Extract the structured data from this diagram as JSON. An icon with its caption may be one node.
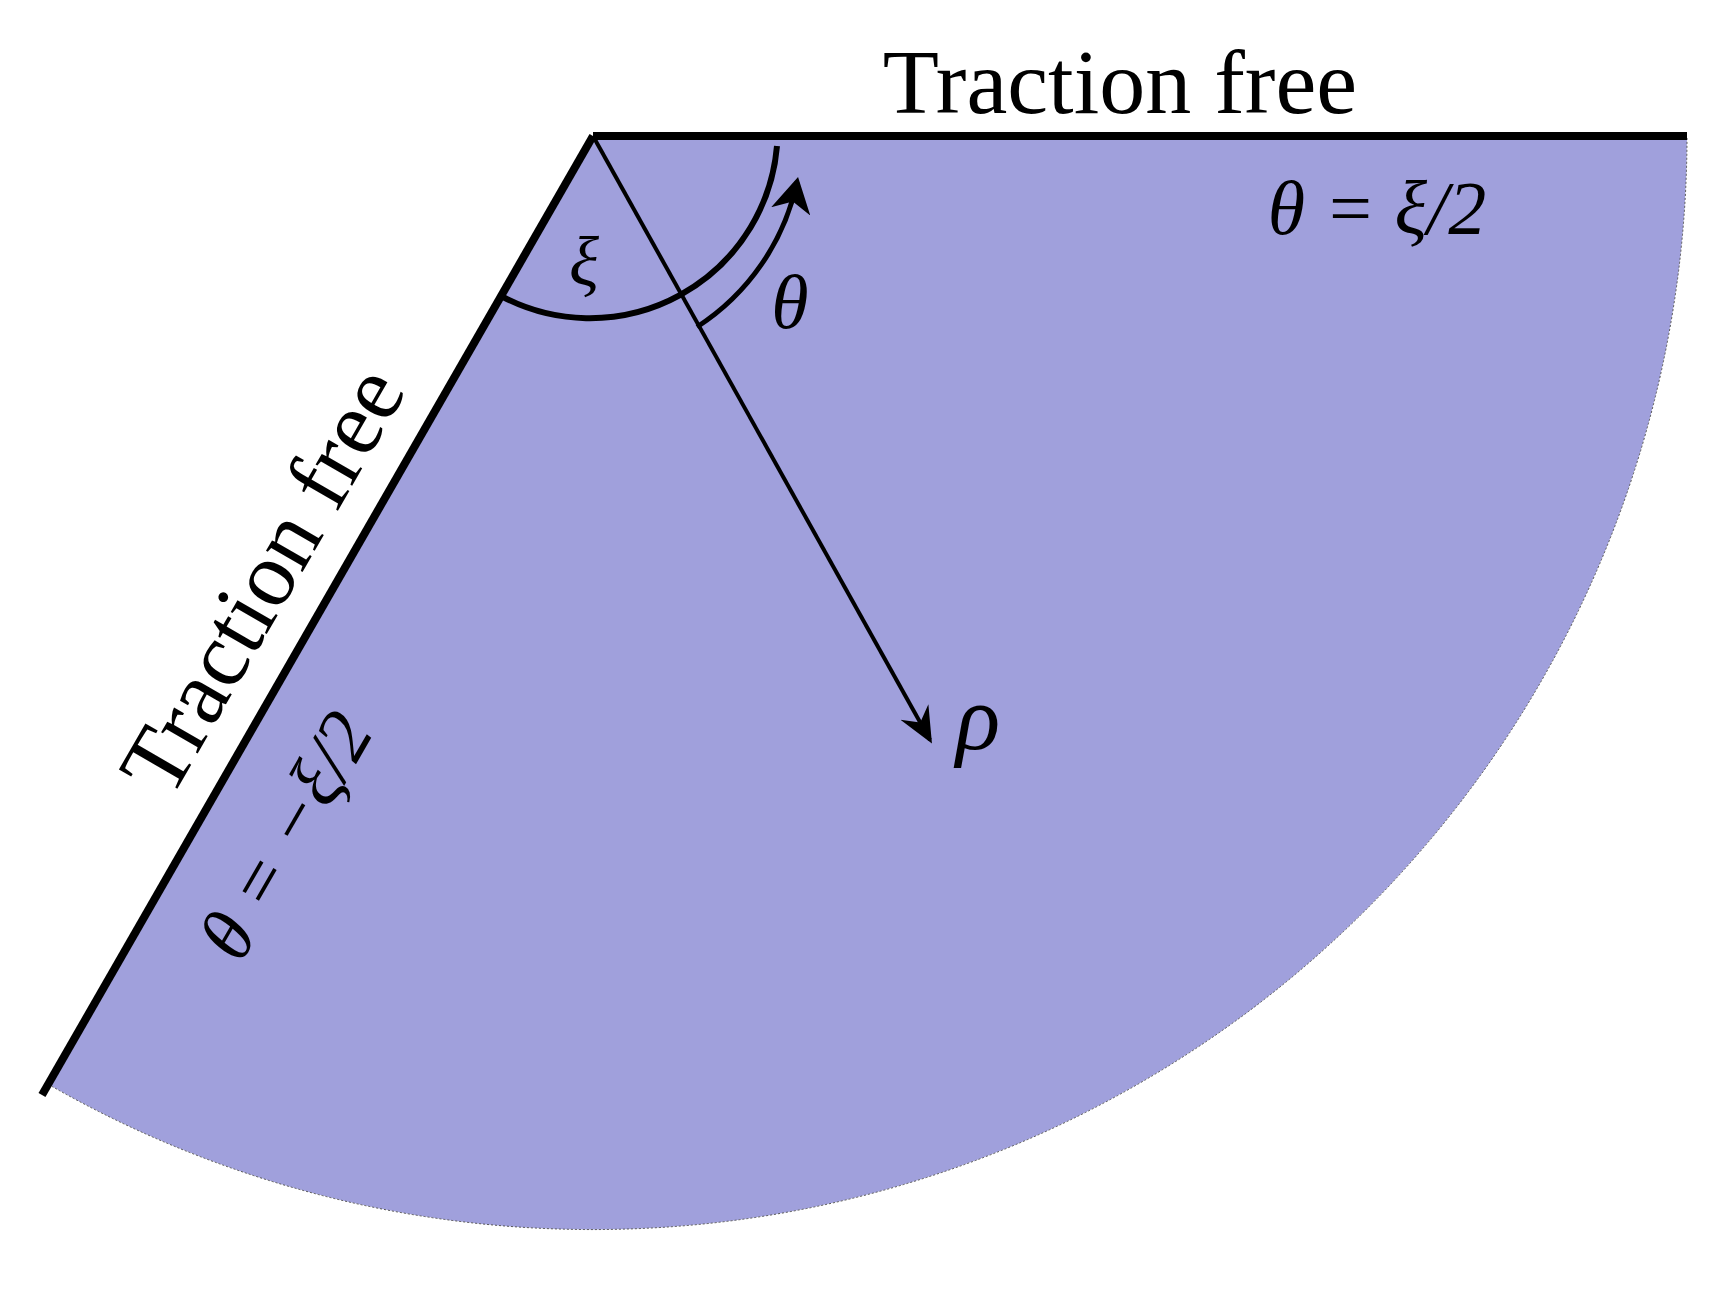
{
  "diagram": {
    "labels": [
      "Traction free",
      "θ = ξ/2",
      "Traction free",
      "θ = −ξ/2",
      "ξ",
      "θ",
      "ρ"
    ]
  }
}
